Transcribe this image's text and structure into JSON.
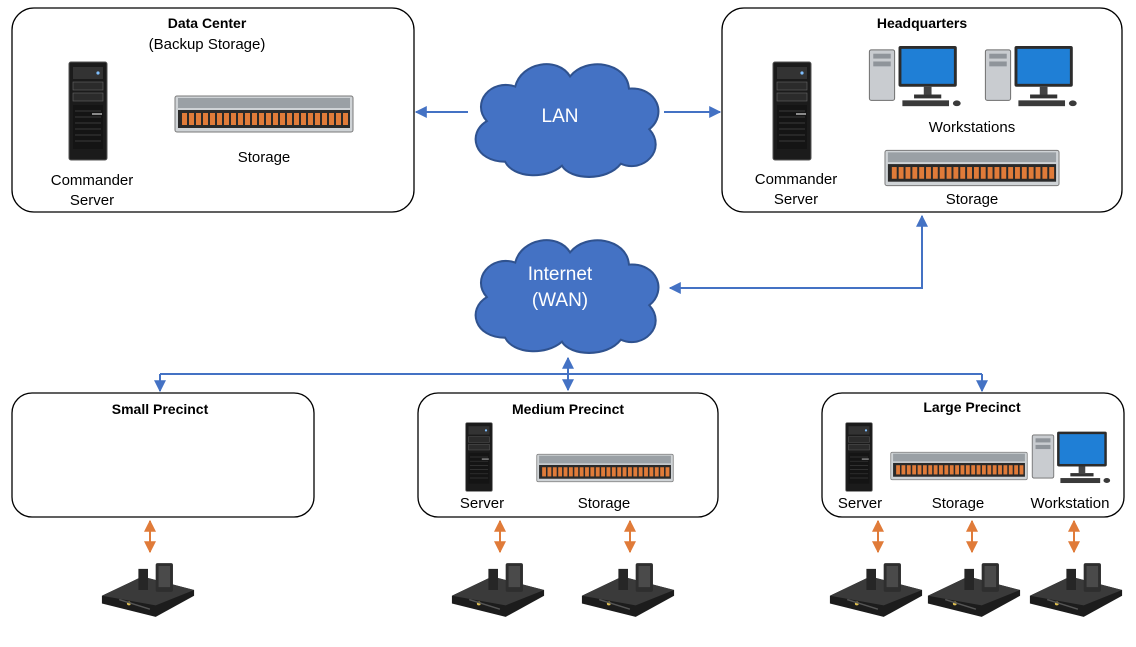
{
  "sites": {
    "data_center": {
      "title": "Data Center",
      "subtitle": "(Backup Storage)",
      "server_line1": "Commander",
      "server_line2": "Server",
      "storage": "Storage"
    },
    "headquarters": {
      "title": "Headquarters",
      "workstations": "Workstations",
      "server_line1": "Commander",
      "server_line2": "Server",
      "storage": "Storage"
    },
    "small_precinct": {
      "title": "Small Precinct"
    },
    "medium_precinct": {
      "title": "Medium Precinct",
      "server": "Server",
      "storage": "Storage"
    },
    "large_precinct": {
      "title": "Large Precinct",
      "server": "Server",
      "storage": "Storage",
      "workstation": "Workstation"
    }
  },
  "clouds": {
    "lan": "LAN",
    "internet_line1": "Internet",
    "internet_line2": "(WAN)"
  },
  "colors": {
    "network_link": "#4472c4",
    "device_link": "#e07b39",
    "cloud_fill": "#4472c4",
    "box_border": "#000000"
  }
}
